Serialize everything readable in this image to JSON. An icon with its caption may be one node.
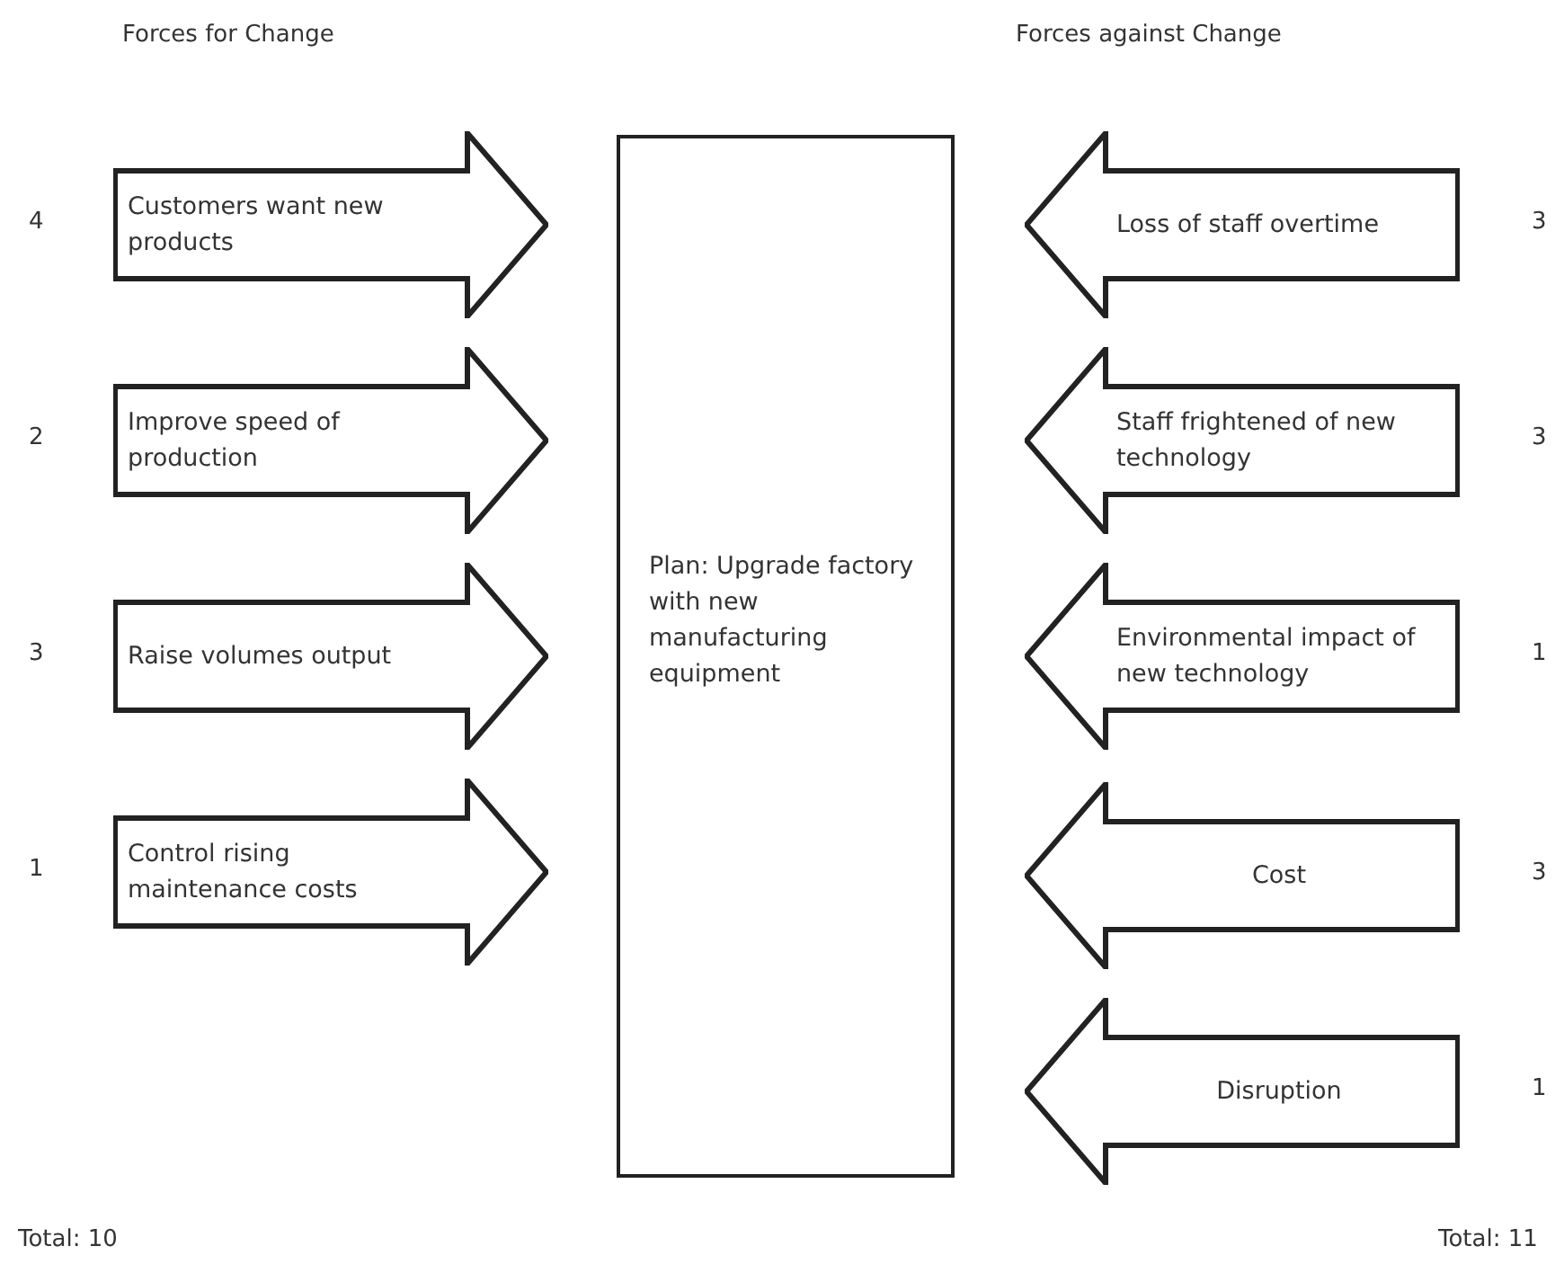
{
  "diagram": {
    "nodes": [
      {
        "text": [
          "Customers want new products"
        ],
        "beside": [
          "4"
        ]
      },
      {
        "text": [
          "Improve speed of production"
        ],
        "beside": [
          "2"
        ]
      },
      {
        "text": [
          "Raise volumes output"
        ],
        "beside": [
          "3"
        ]
      },
      {
        "text": [
          "Control rising maintenance costs"
        ],
        "beside": [
          "1"
        ]
      },
      {
        "text": [
          "Plan: Upgrade factory with new manufacturing equipment"
        ]
      },
      {
        "text": [
          "Loss of staff overtime"
        ],
        "beside": [
          "3"
        ]
      },
      {
        "text": [
          "Staff frightened of new technology"
        ],
        "beside": [
          "3"
        ]
      },
      {
        "text": [
          "Environmental impact of new technology"
        ],
        "beside": [
          "1"
        ]
      },
      {
        "text": [
          "Cost"
        ],
        "beside": [
          "3"
        ]
      },
      {
        "text": [
          "Disruption"
        ],
        "beside": [
          "1"
        ]
      }
    ],
    "labels": [
      "Forces for Change",
      "Forces against Change",
      "Total: 10",
      "Total: 11"
    ]
  }
}
